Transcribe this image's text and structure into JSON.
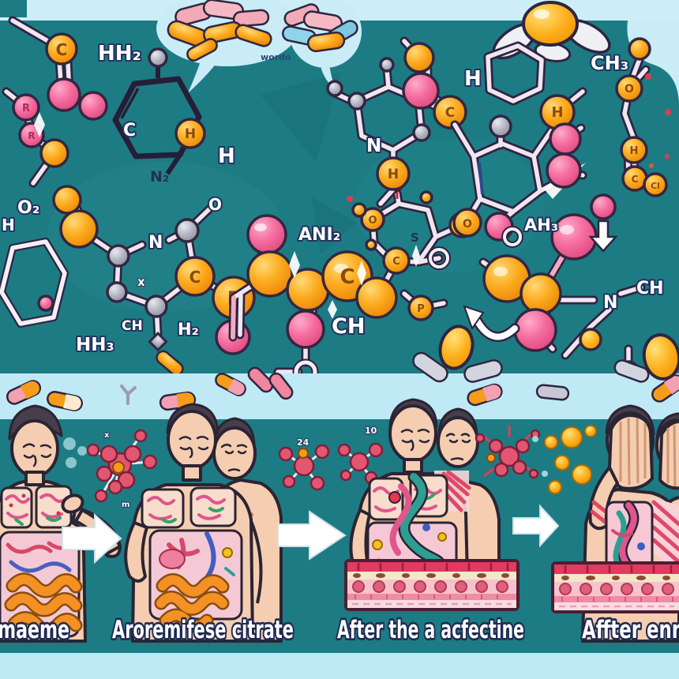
{
  "palette": {
    "teal_background": "#1d7b84",
    "light_blue_band": "#c9ecf6",
    "pill_strip_blue": "#bfe9f5",
    "pink_atom": "#f25f97",
    "orange_atom": "#fba318",
    "bond_light": "#efe6f2",
    "outline_dark": "#2e2440",
    "tissue_crimson": "#e23a60",
    "skin": "#f5cdb1",
    "caption_white": "#ffffff"
  },
  "atom_labels": {
    "hh2": "HH₂",
    "h": "H",
    "c": "C",
    "r": "R",
    "n2": "N₂",
    "o2": "O₂",
    "n": "N",
    "o": "O",
    "x": "x",
    "hh3": "HH₃",
    "ch": "CH",
    "h2": "H₂",
    "ani2": "ANI₂",
    "f": "F",
    "s": "S",
    "p": "P",
    "cl": "Cl",
    "ch3": "CH₃",
    "ah3": "AH₃"
  },
  "speech_bubble": {
    "text": "wordo"
  },
  "molecule_cluster_marks": {
    "mark_x": "x",
    "mark_m": "m",
    "num_24": "24",
    "num_10": "10"
  },
  "captions": {
    "c1": "cmaeme",
    "c2": "Aroremifese citrate",
    "c3": "After the a acfectine",
    "c4": "Affter enry"
  }
}
